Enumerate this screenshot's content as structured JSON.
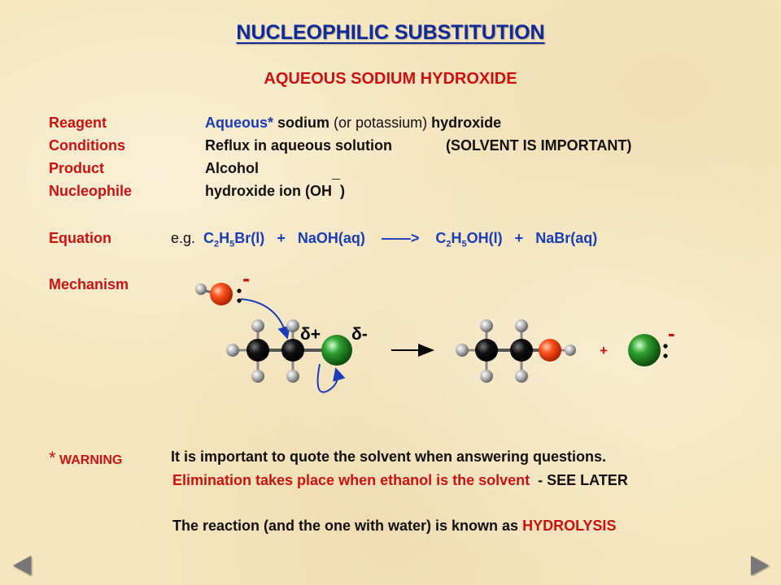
{
  "title": "NUCLEOPHILIC SUBSTITUTION",
  "subtitle": "AQUEOUS SODIUM HYDROXIDE",
  "reagent": {
    "label": "Reagent",
    "part1": "Aqueous*",
    "part2": " sodium",
    "part3": " (or potassium)",
    "part4": " hydroxide"
  },
  "conditions": {
    "label": "Conditions",
    "text": "Reflux in aqueous solution",
    "note": "(SOLVENT IS IMPORTANT)"
  },
  "product": {
    "label": "Product",
    "text": "Alcohol"
  },
  "nucleophile": {
    "label": "Nucleophile",
    "text": "hydroxide ion (OH",
    "charge": "¯",
    "close": ")"
  },
  "equation": {
    "label": "Equation",
    "eg": "e.g.",
    "r1a": "C",
    "r1s1": "2",
    "r1b": "H",
    "r1s2": "5",
    "r1c": "Br(l)",
    "plus1": "+",
    "r2": "NaOH(aq)",
    "arrow": "——>",
    "p1a": "C",
    "p1s1": "2",
    "p1b": "H",
    "p1s2": "5",
    "p1c": "OH(l)",
    "plus2": "+",
    "p2": "NaBr(aq)"
  },
  "mechanism": {
    "label": "Mechanism",
    "minus1": "-",
    "delta_plus": "δ+",
    "delta_minus": "δ-",
    "plus": "+",
    "minus2": "-"
  },
  "warning": {
    "star": "*",
    "label": " WARNING",
    "text": "It is important to quote the solvent when answering questions.",
    "elim": "Elimination takes place when ethanol is the solvent",
    "see_later": "- SEE LATER",
    "hydro_pre": "The reaction (and the one with water) is known as ",
    "hydro": "HYDROLYSIS"
  },
  "colors": {
    "title": "#102a9a",
    "red": "#cc1111",
    "blue": "#1a3db5",
    "oxygen": "#ee4422",
    "bromine": "#1f8a1f"
  }
}
